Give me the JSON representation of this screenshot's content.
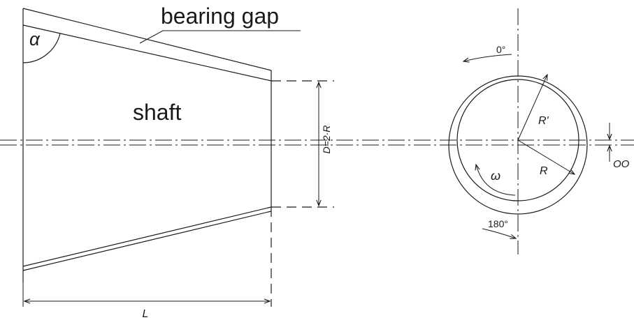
{
  "labels": {
    "bearing_gap": "bearing gap",
    "shaft": "shaft",
    "alpha": "α",
    "diameter": "D=2·R",
    "length": "L",
    "angle_0": "0°",
    "angle_180": "180°",
    "r_prime": "R'",
    "r": "R",
    "omega": "ω",
    "offset": "OO"
  },
  "colors": {
    "ink": "#1a1a1a",
    "background": "#ffffff"
  }
}
